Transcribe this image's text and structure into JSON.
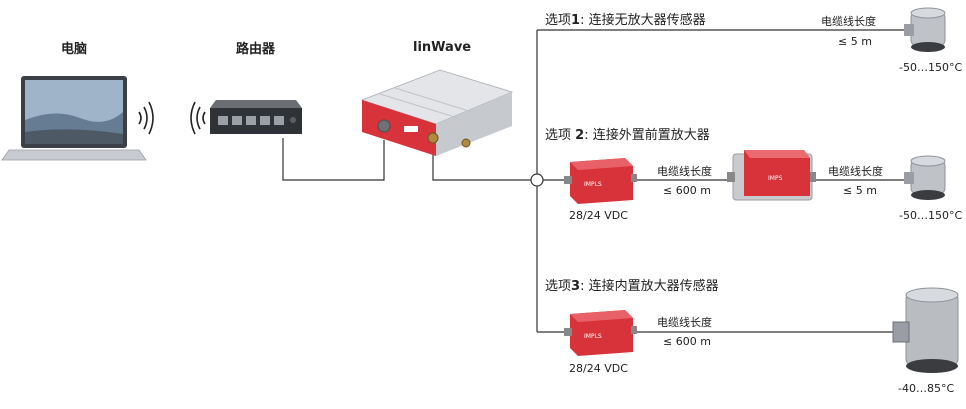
{
  "devices": {
    "computer": {
      "label": "电脑",
      "icon": "laptop-icon"
    },
    "router": {
      "label": "路由器",
      "icon": "network-switch-icon"
    },
    "linwave": {
      "label": "linWave",
      "icon": "daq-box-icon"
    }
  },
  "options": {
    "opt1": {
      "title_prefix": "选项",
      "title_num": "1",
      "title_text": ": 连接无放大器传感器",
      "cable_label": "电缆线长度",
      "cable_length": "≤ 5 m",
      "temp_range": "-50…150°C"
    },
    "opt2": {
      "title_prefix": "选项 ",
      "title_num": "2",
      "title_text": ": 连接外置前置放大器",
      "supply_label": "28/24 VDC",
      "cable1_label": "电缆线长度",
      "cable1_length": "≤ 600 m",
      "cable2_label": "电缆线长度",
      "cable2_length": "≤ 5 m",
      "temp_range": "-50…150°C"
    },
    "opt3": {
      "title_prefix": "选项",
      "title_num": "3",
      "title_text": ": 连接内置放大器传感器",
      "supply_label": "28/24 VDC",
      "cable_label": "电缆线长度",
      "cable_length": "≤ 600 m",
      "temp_range": "-40…85°C"
    }
  },
  "colors": {
    "accent_red": "#d8333b",
    "line": "#333333"
  }
}
